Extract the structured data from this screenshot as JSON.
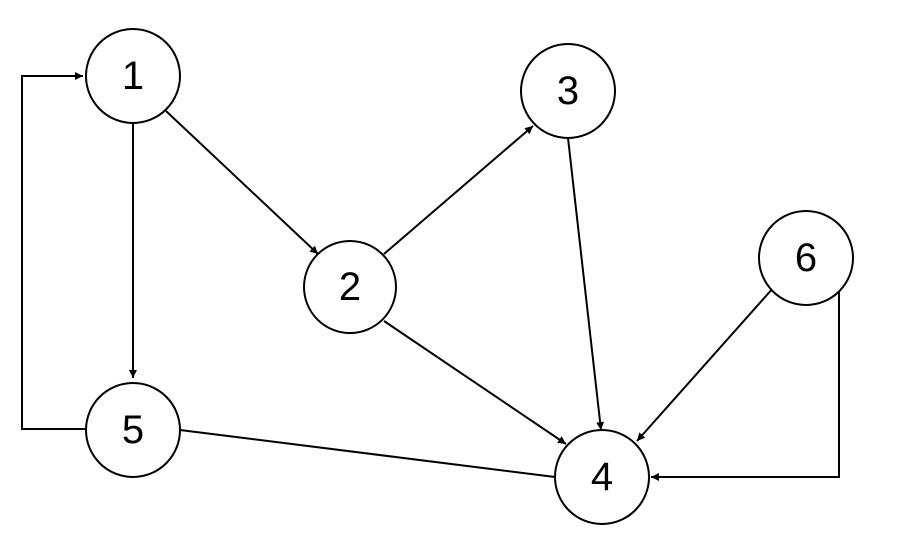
{
  "graph": {
    "nodes": [
      {
        "id": "1",
        "label": "1"
      },
      {
        "id": "2",
        "label": "2"
      },
      {
        "id": "3",
        "label": "3"
      },
      {
        "id": "4",
        "label": "4"
      },
      {
        "id": "5",
        "label": "5"
      },
      {
        "id": "6",
        "label": "6"
      }
    ],
    "edges": [
      {
        "from": "1",
        "to": "2",
        "directed": true
      },
      {
        "from": "1",
        "to": "5",
        "directed": true
      },
      {
        "from": "2",
        "to": "3",
        "directed": true
      },
      {
        "from": "2",
        "to": "4",
        "directed": true
      },
      {
        "from": "3",
        "to": "4",
        "directed": true
      },
      {
        "from": "6",
        "to": "4",
        "directed": true
      },
      {
        "from": "6",
        "to": "4",
        "directed": true,
        "routing": "elbow"
      },
      {
        "from": "5",
        "to": "1",
        "directed": true,
        "routing": "elbow"
      },
      {
        "from": "5",
        "to": "4",
        "directed": false
      }
    ]
  },
  "colors": {
    "stroke": "#000000",
    "fill": "#ffffff",
    "background": "#ffffff"
  }
}
